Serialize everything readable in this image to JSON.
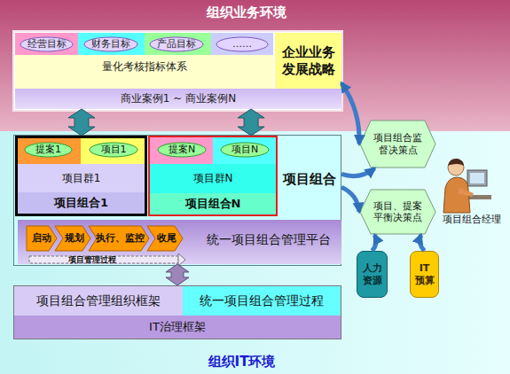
{
  "diagram": {
    "nodes": [
      {
        "text": [
          "组织业务环境"
        ]
      },
      {
        "text": [
          "经营目标"
        ],
        "in": 0
      },
      {
        "text": [
          "财务目标"
        ],
        "in": 0
      },
      {
        "text": [
          "产品目标"
        ],
        "in": 0
      },
      {
        "text": [
          "……"
        ],
        "in": 0
      },
      {
        "text": [
          "量化考核指标体系"
        ],
        "in": 0
      },
      {
        "text": [
          "企业业务 发展战略"
        ],
        "in": 0
      },
      {
        "text": [
          "商业案例1 ~ 商业案例N"
        ],
        "in": 0
      },
      {
        "text": [
          "组织IT环境"
        ]
      },
      {
        "text": [
          "项目组合"
        ],
        "in": 8
      },
      {
        "text": [
          "项目组合1"
        ],
        "in": 9
      },
      {
        "text": [
          "提案1"
        ],
        "in": 10
      },
      {
        "text": [
          "项目1"
        ],
        "in": 10
      },
      {
        "text": [
          "项目群1"
        ],
        "in": 10
      },
      {
        "text": [
          "项目组合N"
        ],
        "in": 9
      },
      {
        "text": [
          "提案N"
        ],
        "in": 14
      },
      {
        "text": [
          "项目N"
        ],
        "in": 14
      },
      {
        "text": [
          "项目群N"
        ],
        "in": 14
      },
      {
        "text": [
          "统一项目组合管理平台"
        ],
        "in": 9
      },
      {
        "text": [
          "启动"
        ],
        "in": 18
      },
      {
        "text": [
          "规划"
        ],
        "in": 18
      },
      {
        "text": [
          "执行、监控"
        ],
        "in": 18
      },
      {
        "text": [
          "收尾"
        ],
        "in": 18
      },
      {
        "text": [
          "IT治理框架"
        ],
        "in": 8
      },
      {
        "text": [
          "项目组合管理组织框架"
        ],
        "in": 23
      },
      {
        "text": [
          "统一项目组合管理过程"
        ],
        "in": 23
      },
      {
        "text": [
          "项目组合监 督决策点"
        ]
      },
      {
        "text": [
          "项目、提案 平衡决策点"
        ],
        "in": 8
      },
      {
        "text": [
          "人力 资源"
        ],
        "in": 8
      },
      {
        "text": [
          "IT 预算"
        ],
        "in": 8
      }
    ],
    "edges": [
      {
        "from": 7,
        "to": 10,
        "arrow": "both"
      },
      {
        "from": 7,
        "to": 14,
        "arrow": "both"
      },
      {
        "from": 18,
        "to": 23,
        "arrow": "both"
      },
      {
        "from": 6,
        "to": 26,
        "arrow": "both"
      },
      {
        "from": 9,
        "to": 26,
        "arrow": "to"
      },
      {
        "from": 9,
        "to": 27,
        "arrow": "to"
      },
      {
        "from": 28,
        "to": 27,
        "arrow": "to"
      },
      {
        "from": 29,
        "to": 27,
        "arrow": "to"
      }
    ],
    "labels": [
      "项目管理过程",
      "项目组合经理"
    ]
  }
}
